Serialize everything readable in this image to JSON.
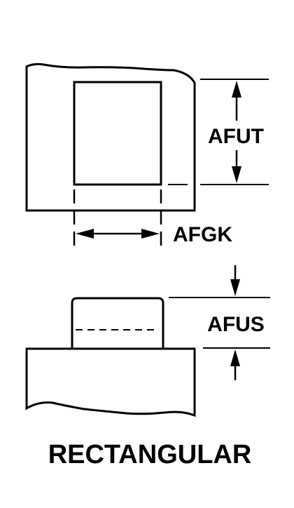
{
  "labels": {
    "afut": "AFUT",
    "afgk": "AFGK",
    "afus": "AFUS",
    "caption": "RECTANGULAR"
  },
  "colors": {
    "line": "#000000",
    "background": "#ffffff"
  }
}
